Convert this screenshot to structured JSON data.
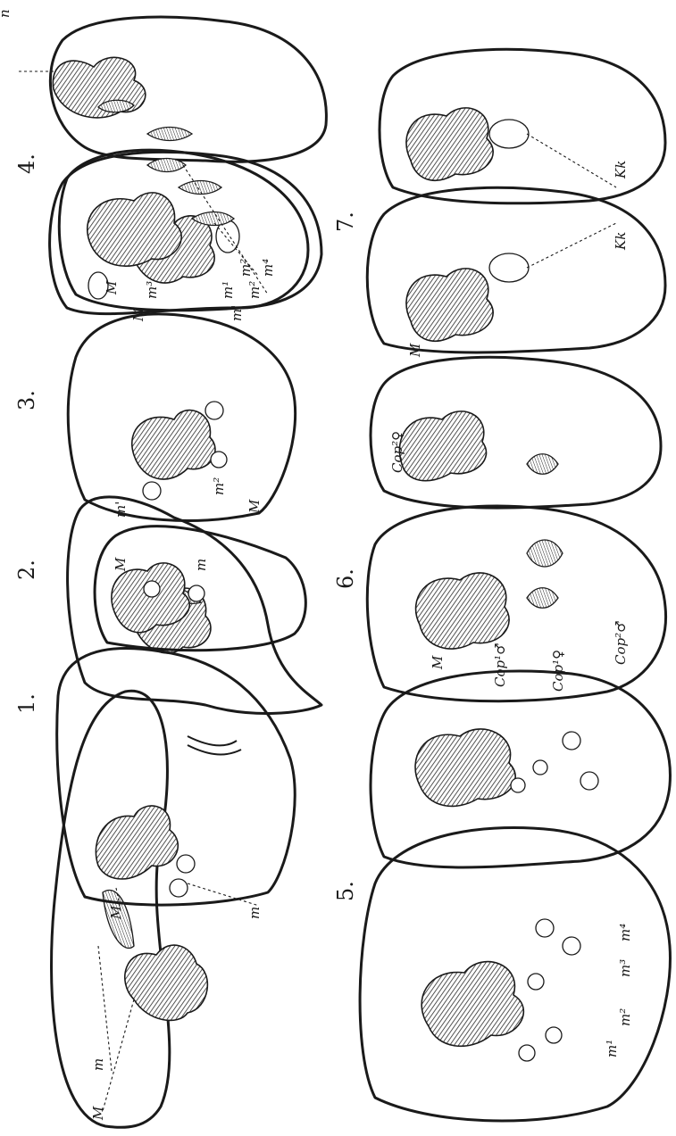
{
  "figure_numbers": [
    "1.",
    "2.",
    "3.",
    "4.",
    "5.",
    "6.",
    "7."
  ],
  "labels": {
    "fig1": [
      "m",
      "M"
    ],
    "fig2": [
      "M",
      "m",
      "M",
      "m"
    ],
    "fig3": [
      "m'",
      "m²",
      "M",
      "M",
      "m'",
      "m²"
    ],
    "fig4": [
      "n",
      "M",
      "m³",
      "m¹",
      "m²",
      "m⁴"
    ],
    "fig5": [
      "m¹",
      "m²",
      "m³",
      "m⁴"
    ],
    "fig6": [
      "M",
      "Cop¹♂",
      "Cop¹♀",
      "Cop²♂",
      "Cop²♀"
    ],
    "fig7": [
      "M",
      "Kk",
      "Kk"
    ]
  }
}
